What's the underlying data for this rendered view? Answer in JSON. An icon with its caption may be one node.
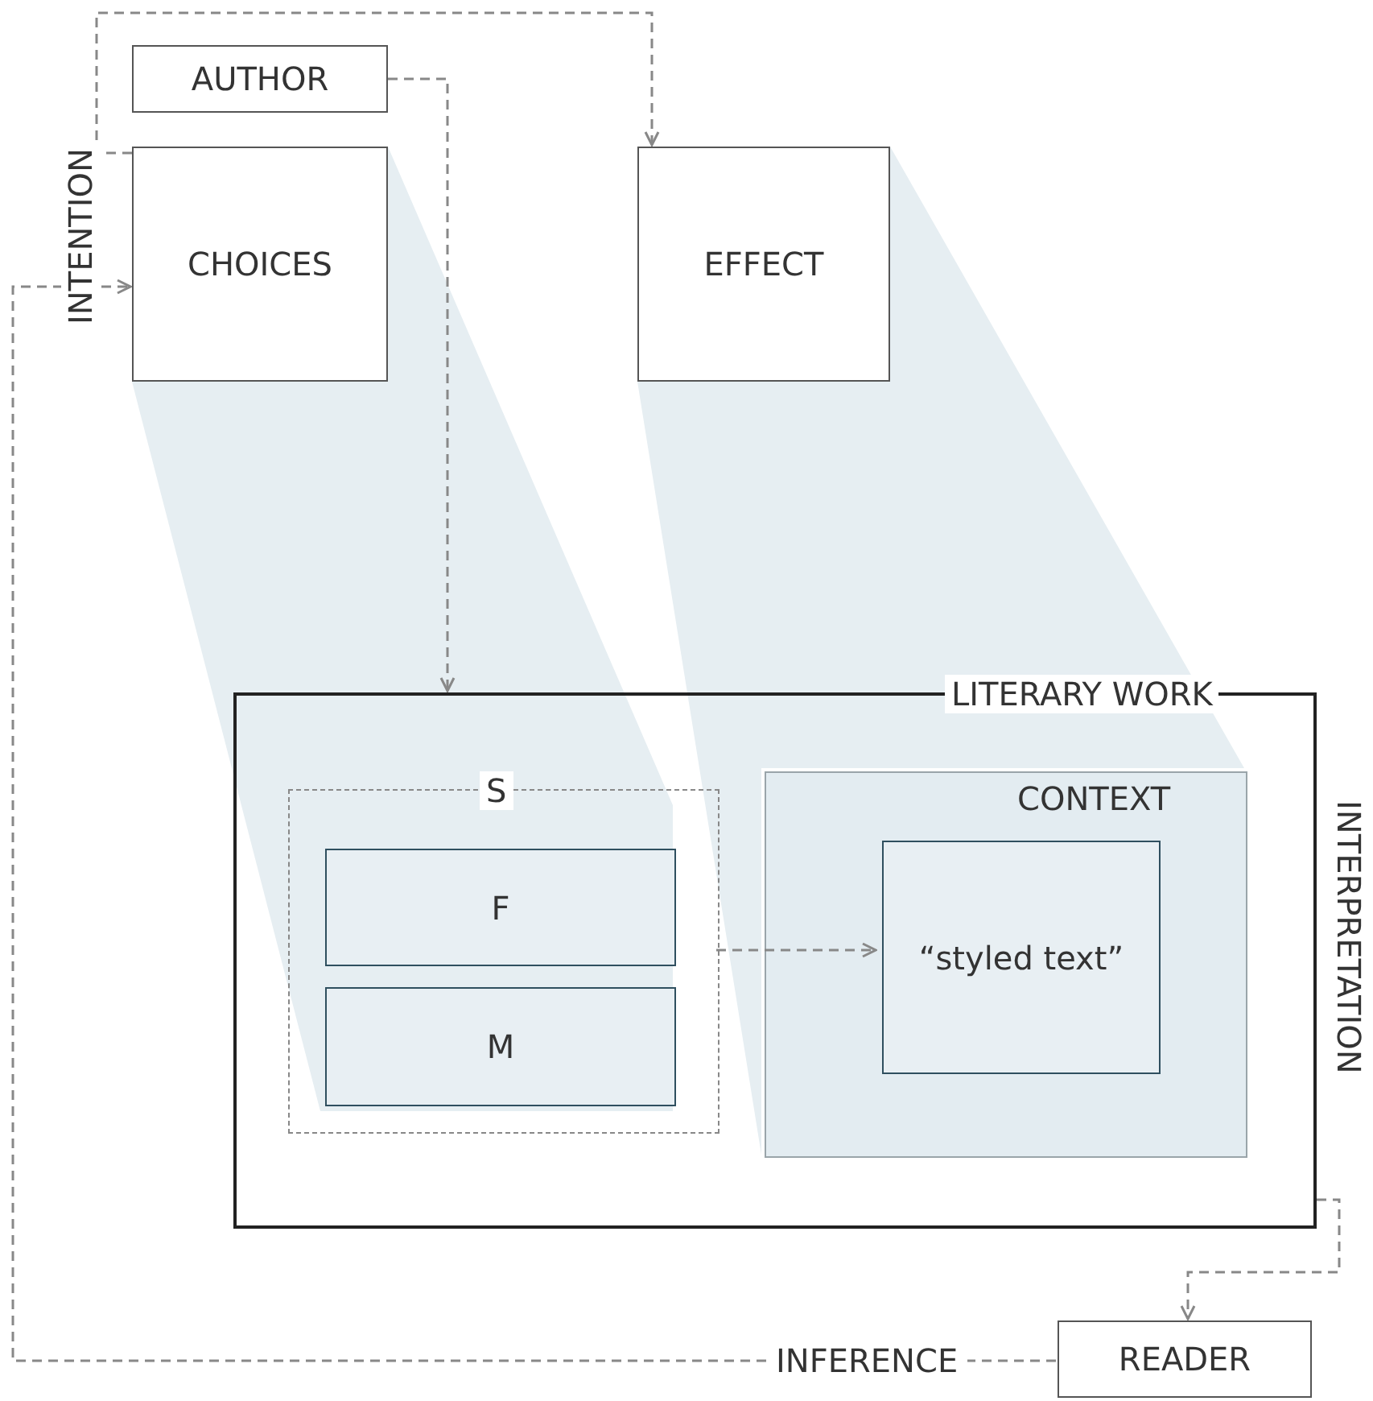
{
  "diagram": {
    "nodes": [
      {
        "text": [
          "AUTHOR"
        ]
      },
      {
        "text": [
          "CHOICES"
        ]
      },
      {
        "text": [
          "EFFECT"
        ]
      },
      {
        "text": [
          "LITERARY WORK"
        ]
      },
      {
        "text": [
          "S"
        ],
        "in": 3
      },
      {
        "text": [
          "F"
        ],
        "in": 4
      },
      {
        "text": [
          "M"
        ],
        "in": 4
      },
      {
        "text": [
          "CONTEXT"
        ],
        "in": 3
      },
      {
        "text": [
          "“styled text”"
        ],
        "in": 7
      },
      {
        "text": [
          "READER"
        ]
      }
    ],
    "edges": [
      {
        "from": 0,
        "to": 3,
        "arrow": "to",
        "style": "dashed",
        "color": "#888888"
      },
      {
        "from": 4,
        "to": 8,
        "arrow": "to",
        "style": "dashed",
        "color": "#888888"
      },
      {
        "from": 3,
        "to": 9,
        "arrow": "to",
        "label": "INTERPRETATION",
        "style": "dashed",
        "color": "#888888"
      },
      {
        "from": 9,
        "to": 1,
        "arrow": "to",
        "label": "INFERENCE",
        "style": "dashed",
        "color": "#888888"
      },
      {
        "from": 1,
        "to": 2,
        "arrow": "to",
        "label": "INTENTION",
        "style": "dashed",
        "color": "#888888"
      }
    ]
  }
}
